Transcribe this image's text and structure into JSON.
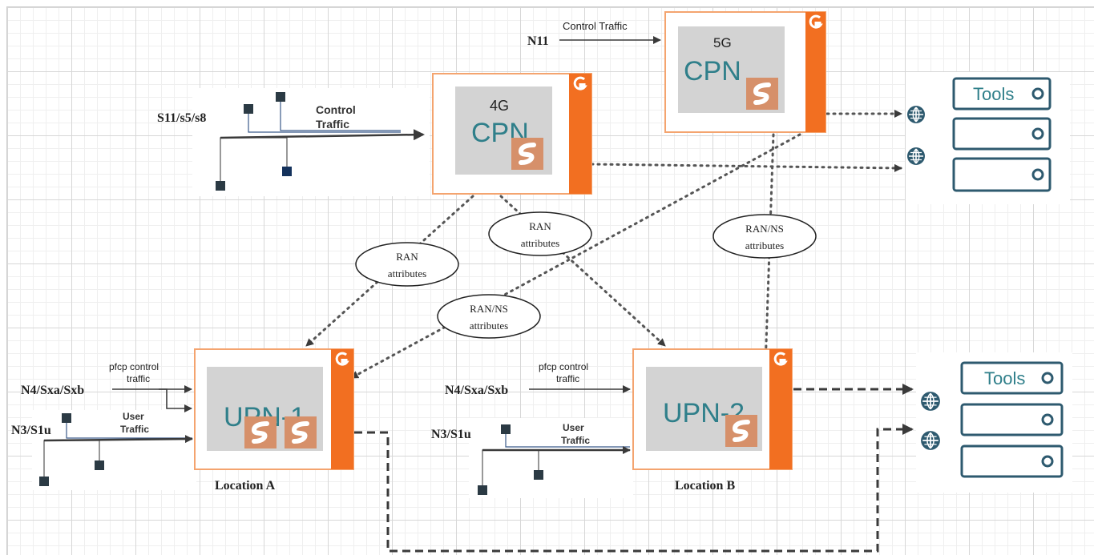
{
  "colors": {
    "orange": "#f26f21",
    "orange_border": "#f4a46f",
    "gray_panel": "#d3d3d3",
    "teal_text": "#2f7f8a",
    "tools_blue": "#2e5a6f",
    "logo_tile": "#d6906a",
    "line_dark": "#3a3a3a",
    "switch_dark": "#2b3a44",
    "switch_navy": "#14325c"
  },
  "icons": [
    "g-logo-icon",
    "s-logo-icon",
    "globe-icon",
    "server-rack-icon"
  ],
  "nodes": {
    "cpn_4g": {
      "gen": "4G",
      "name": "CPN"
    },
    "cpn_5g": {
      "gen": "5G",
      "name": "CPN"
    },
    "upn_1": {
      "name": "UPN-1",
      "location": "Location A"
    },
    "upn_2": {
      "name": "UPN-2",
      "location": "Location B"
    }
  },
  "interfaces": {
    "n11": "N11",
    "s11": "S11/s5/s8",
    "n4_a": "N4/Sxa/Sxb",
    "n3_a": "N3/S1u",
    "n4_b": "N4/Sxa/Sxb",
    "n3_b": "N3/S1u"
  },
  "traffic_labels": {
    "control_5g": "Control Traffic",
    "control_4g_1": "Control",
    "control_4g_2": "Traffic",
    "pfcp_a_1": "pfcp control",
    "pfcp_a_2": "traffic",
    "pfcp_b_1": "pfcp control",
    "pfcp_b_2": "traffic",
    "user_a_1": "User",
    "user_a_2": "Traffic",
    "user_b_1": "User",
    "user_b_2": "Traffic"
  },
  "ellipses": [
    {
      "line1": "RAN",
      "line2": "attributes"
    },
    {
      "line1": "RAN",
      "line2": "attributes"
    },
    {
      "line1": "RAN/NS",
      "line2": "attributes"
    },
    {
      "line1": "RAN/NS",
      "line2": "attributes"
    }
  ],
  "tools": {
    "top_label": "Tools",
    "bottom_label": "Tools"
  }
}
